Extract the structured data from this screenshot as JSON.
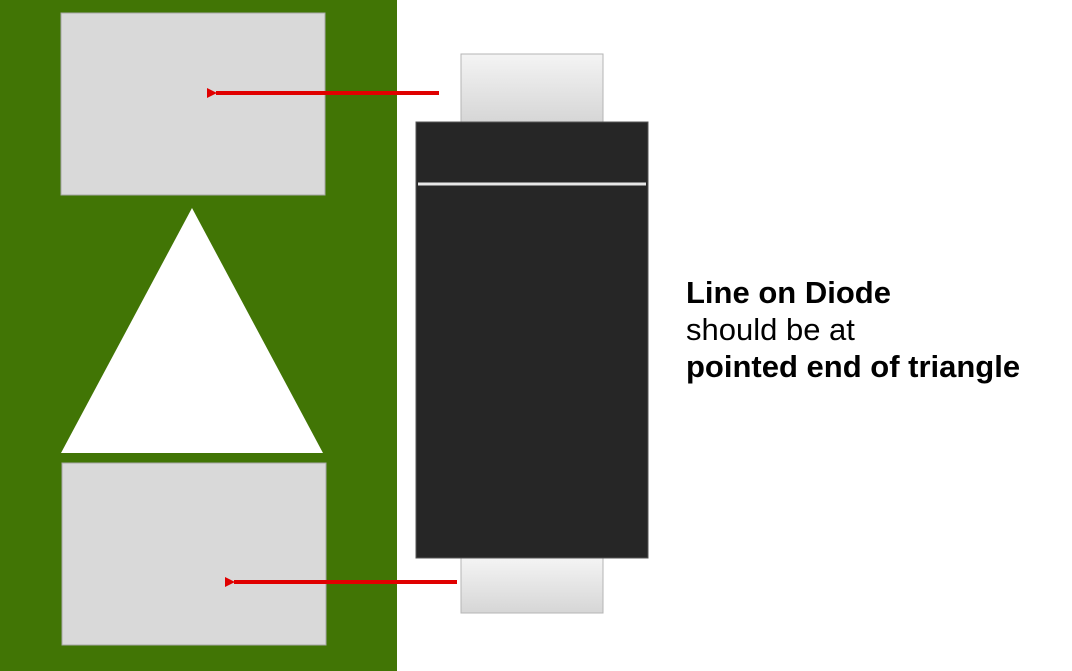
{
  "colors": {
    "board": "#417505",
    "pad": "#d9d9d9",
    "pad_border": "#9b9b9b",
    "triangle": "#ffffff",
    "diode_body": "#262626",
    "diode_stripe": "#e6e6e6",
    "lead_top": "#efefef",
    "lead_bottom": "#d8d8d8",
    "arrow": "#e00000",
    "text": "#000000"
  },
  "caption": {
    "line1": "Line on Diode",
    "line2": "should be at",
    "line3": "pointed end of triangle"
  }
}
